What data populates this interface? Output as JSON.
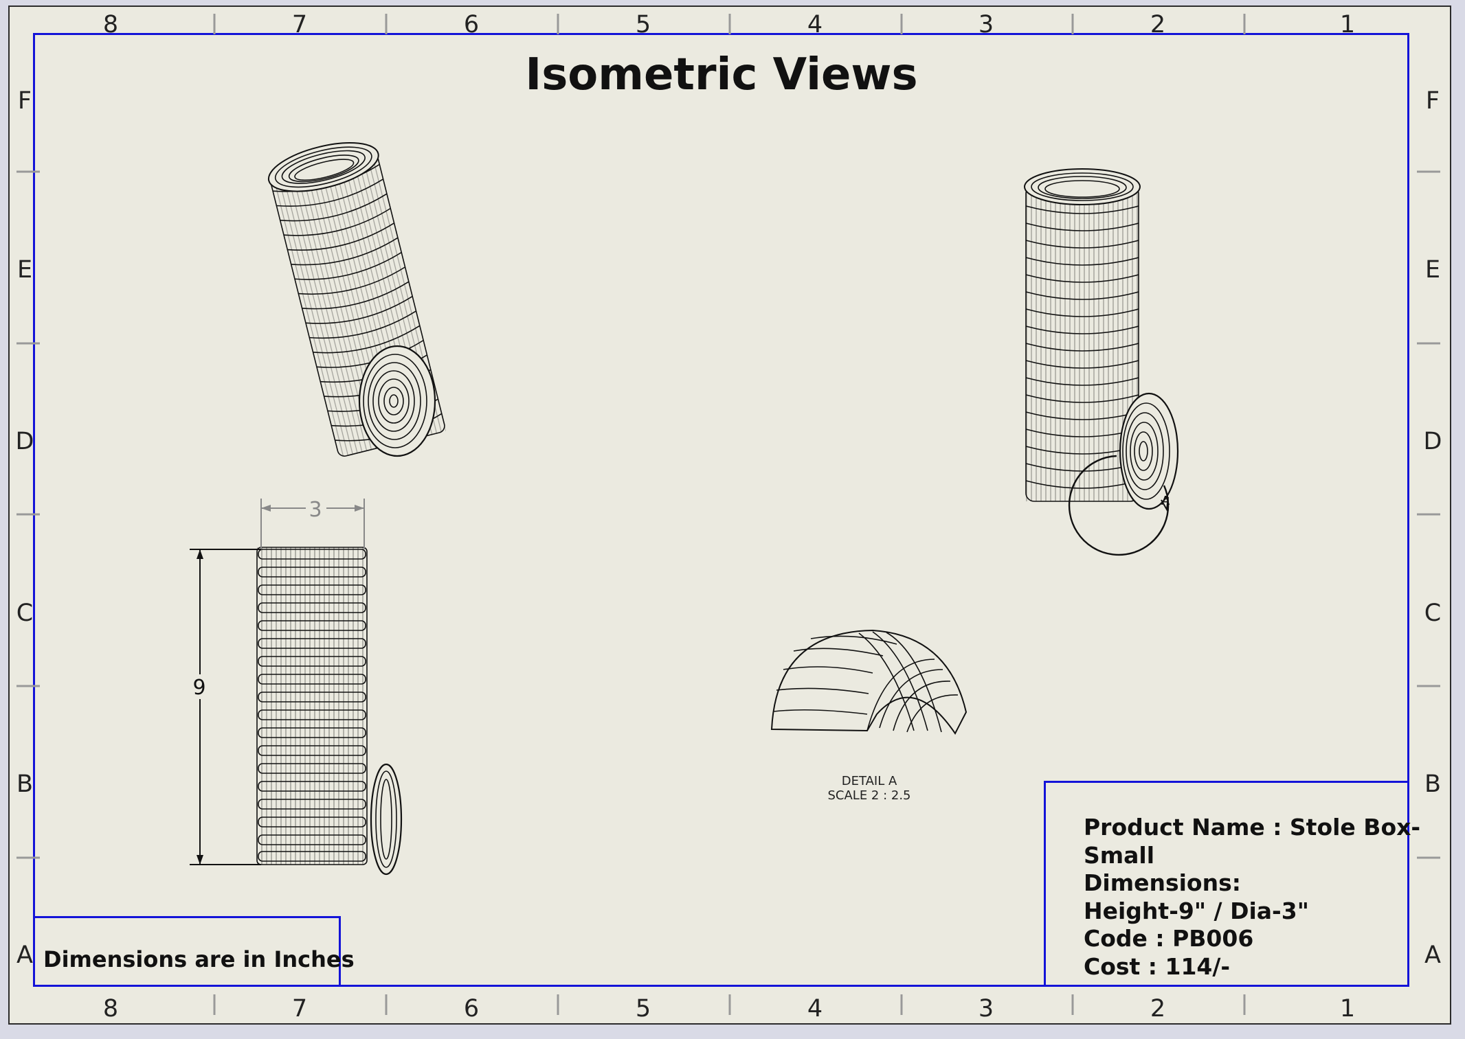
{
  "sheet": {
    "title": "Isometric Views",
    "column_labels": [
      "8",
      "7",
      "6",
      "5",
      "4",
      "3",
      "2",
      "1"
    ],
    "row_labels": [
      "F",
      "E",
      "D",
      "C",
      "B",
      "A"
    ],
    "border_color": "#1313d8",
    "paper_color": "#ebeae0"
  },
  "views": {
    "front_view": {
      "width_dimension": "3",
      "height_dimension": "9"
    },
    "detail": {
      "marker": "A",
      "label": "DETAIL A",
      "scale": "SCALE 2 : 2.5"
    }
  },
  "notes": {
    "units": "Dimensions are in Inches"
  },
  "title_block": {
    "lines": [
      "Product Name : Stole Box-",
      "Small",
      "Dimensions:",
      "Height-9\" / Dia-3\"",
      "Code : PB006",
      "Cost : 114/-"
    ]
  }
}
